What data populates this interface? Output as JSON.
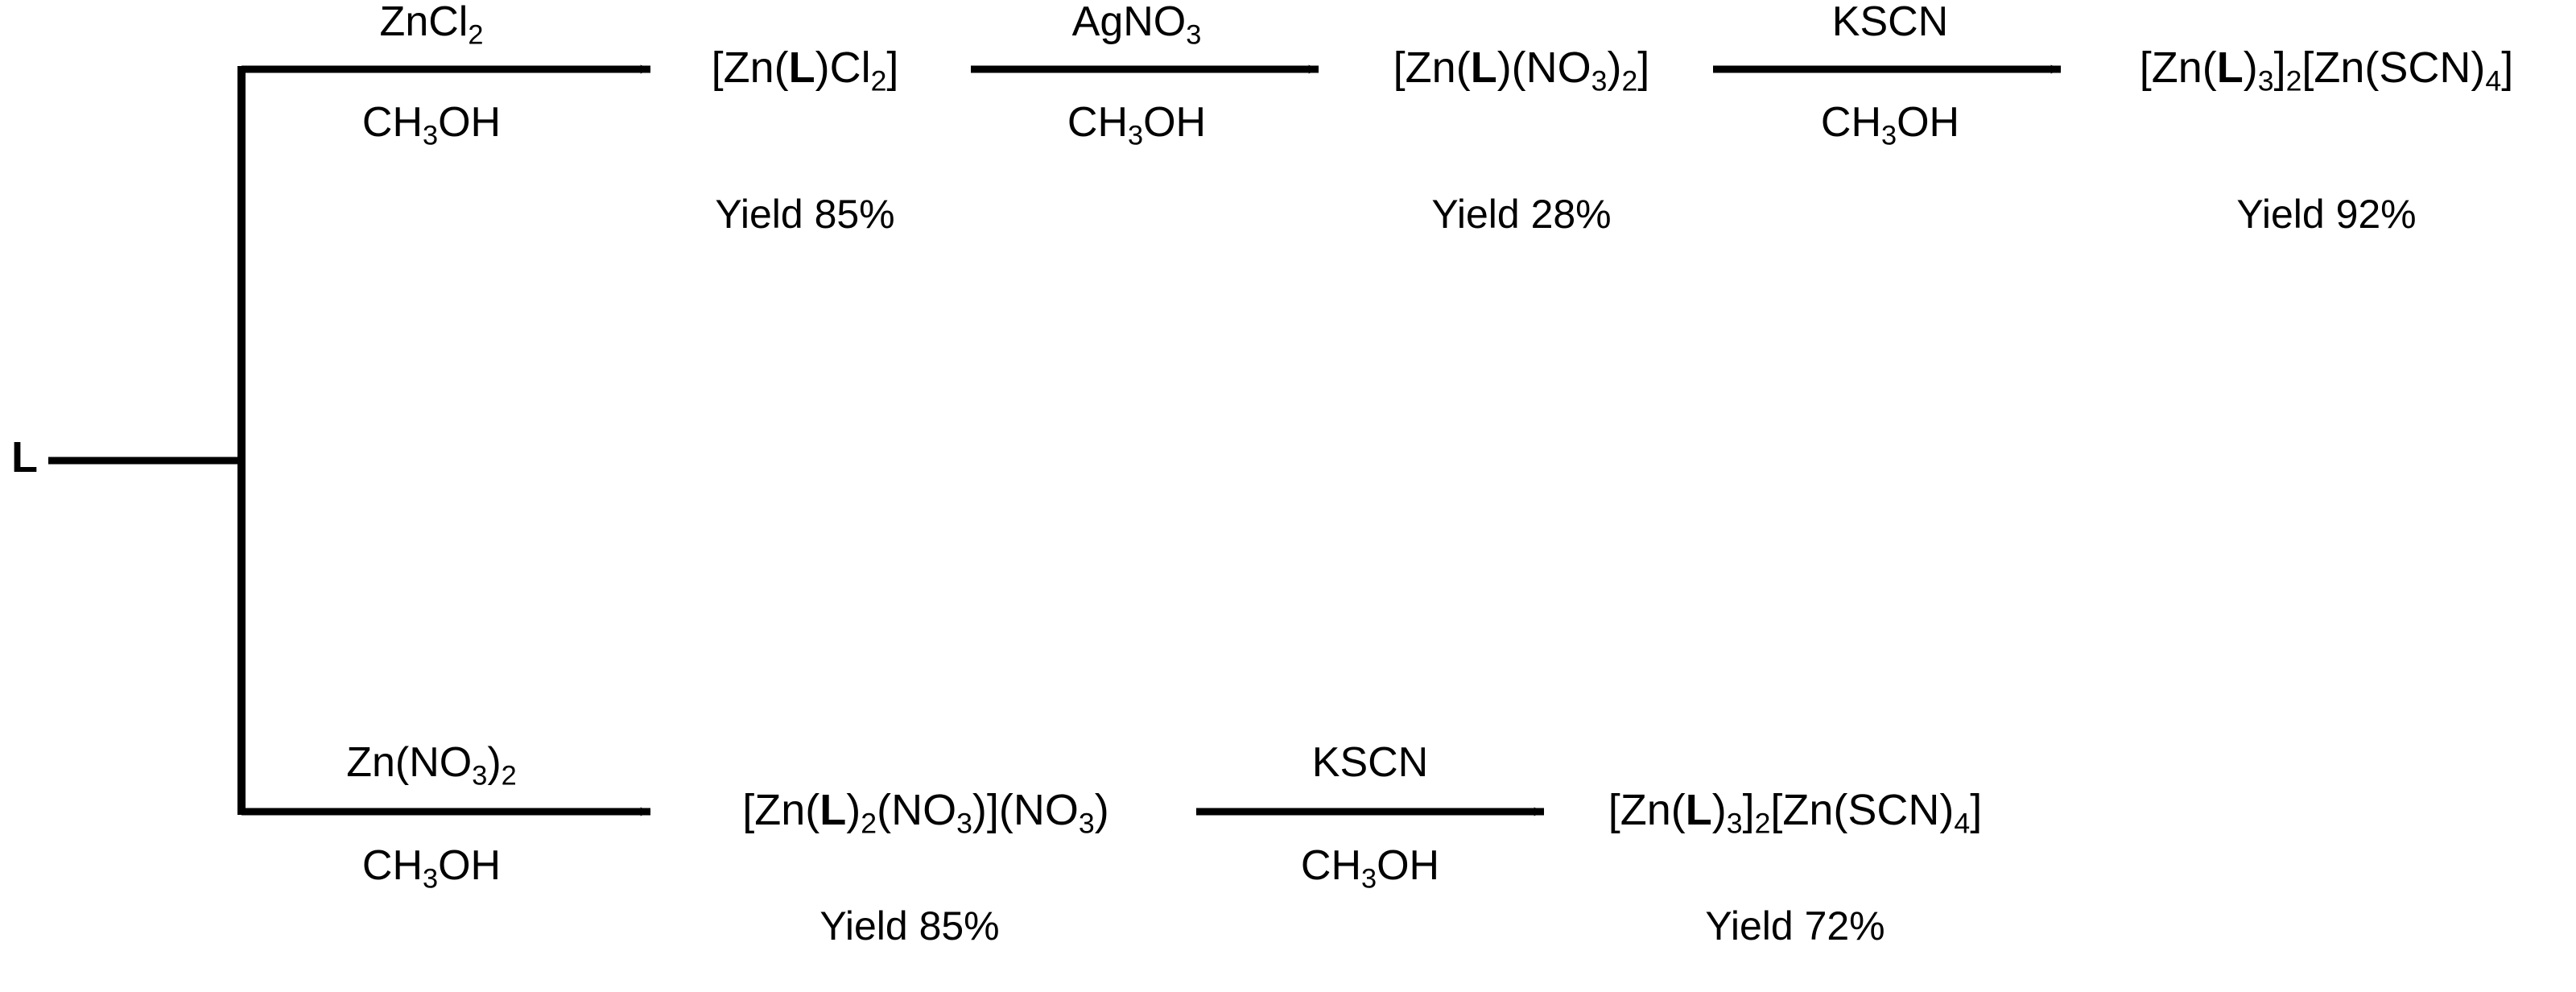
{
  "scheme": {
    "start_material": "L",
    "branches": [
      {
        "id": "top",
        "steps": [
          {
            "reagent": "ZnCl2",
            "reagent_parts": [
              {
                "t": "ZnCl"
              },
              {
                "sub": "2"
              }
            ],
            "solvent": "CH3OH",
            "solvent_parts": [
              {
                "t": "CH"
              },
              {
                "sub": "3"
              },
              {
                "t": "OH"
              }
            ],
            "product_parts": [
              {
                "t": "[Zn("
              },
              {
                "b": "L"
              },
              {
                "t": ")Cl"
              },
              {
                "sub": "2"
              },
              {
                "t": "]"
              }
            ],
            "product_plain": "[Zn(L)Cl2]",
            "yield": "Yield 85%"
          },
          {
            "reagent": "AgNO3",
            "reagent_parts": [
              {
                "t": "AgNO"
              },
              {
                "sub": "3"
              }
            ],
            "solvent": "CH3OH",
            "solvent_parts": [
              {
                "t": "CH"
              },
              {
                "sub": "3"
              },
              {
                "t": "OH"
              }
            ],
            "product_parts": [
              {
                "t": "[Zn("
              },
              {
                "b": "L"
              },
              {
                "t": ")(NO"
              },
              {
                "sub": "3"
              },
              {
                "t": ")"
              },
              {
                "sub": "2"
              },
              {
                "t": "]"
              }
            ],
            "product_plain": "[Zn(L)(NO3)2]",
            "yield": "Yield 28%"
          },
          {
            "reagent": "KSCN",
            "reagent_parts": [
              {
                "t": "KSCN"
              }
            ],
            "solvent": "CH3OH",
            "solvent_parts": [
              {
                "t": "CH"
              },
              {
                "sub": "3"
              },
              {
                "t": "OH"
              }
            ],
            "product_parts": [
              {
                "t": "[Zn("
              },
              {
                "b": "L"
              },
              {
                "t": ")"
              },
              {
                "sub": "3"
              },
              {
                "t": "]"
              },
              {
                "sub": "2"
              },
              {
                "t": "[Zn(SCN)"
              },
              {
                "sub": "4"
              },
              {
                "t": "]"
              }
            ],
            "product_plain": "[Zn(L)3]2[Zn(SCN)4]",
            "yield": "Yield 92%"
          }
        ]
      },
      {
        "id": "bottom",
        "steps": [
          {
            "reagent": "Zn(NO3)2",
            "reagent_parts": [
              {
                "t": "Zn(NO"
              },
              {
                "sub": "3"
              },
              {
                "t": ")"
              },
              {
                "sub": "2"
              }
            ],
            "solvent": "CH3OH",
            "solvent_parts": [
              {
                "t": "CH"
              },
              {
                "sub": "3"
              },
              {
                "t": "OH"
              }
            ],
            "product_parts": [
              {
                "t": "[Zn("
              },
              {
                "b": "L"
              },
              {
                "t": ")"
              },
              {
                "sub": "2"
              },
              {
                "t": "(NO"
              },
              {
                "sub": "3"
              },
              {
                "t": ")]("
              },
              {
                "t": "NO"
              },
              {
                "sub": "3"
              },
              {
                "t": ")"
              }
            ],
            "product_plain": "[Zn(L)2(NO3)](NO3)",
            "yield": "Yield 85%"
          },
          {
            "reagent": "KSCN",
            "reagent_parts": [
              {
                "t": "KSCN"
              }
            ],
            "solvent": "CH3OH",
            "solvent_parts": [
              {
                "t": "CH"
              },
              {
                "sub": "3"
              },
              {
                "t": "OH"
              }
            ],
            "product_parts": [
              {
                "t": "[Zn("
              },
              {
                "b": "L"
              },
              {
                "t": ")"
              },
              {
                "sub": "3"
              },
              {
                "t": "]"
              },
              {
                "sub": "2"
              },
              {
                "t": "[Zn(SCN)"
              },
              {
                "sub": "4"
              },
              {
                "t": "]"
              }
            ],
            "product_plain": "[Zn(L)3]2[Zn(SCN)4]",
            "yield": "Yield 72%"
          }
        ]
      }
    ],
    "colors": {
      "ink": "#000000",
      "background": "#ffffff"
    }
  }
}
